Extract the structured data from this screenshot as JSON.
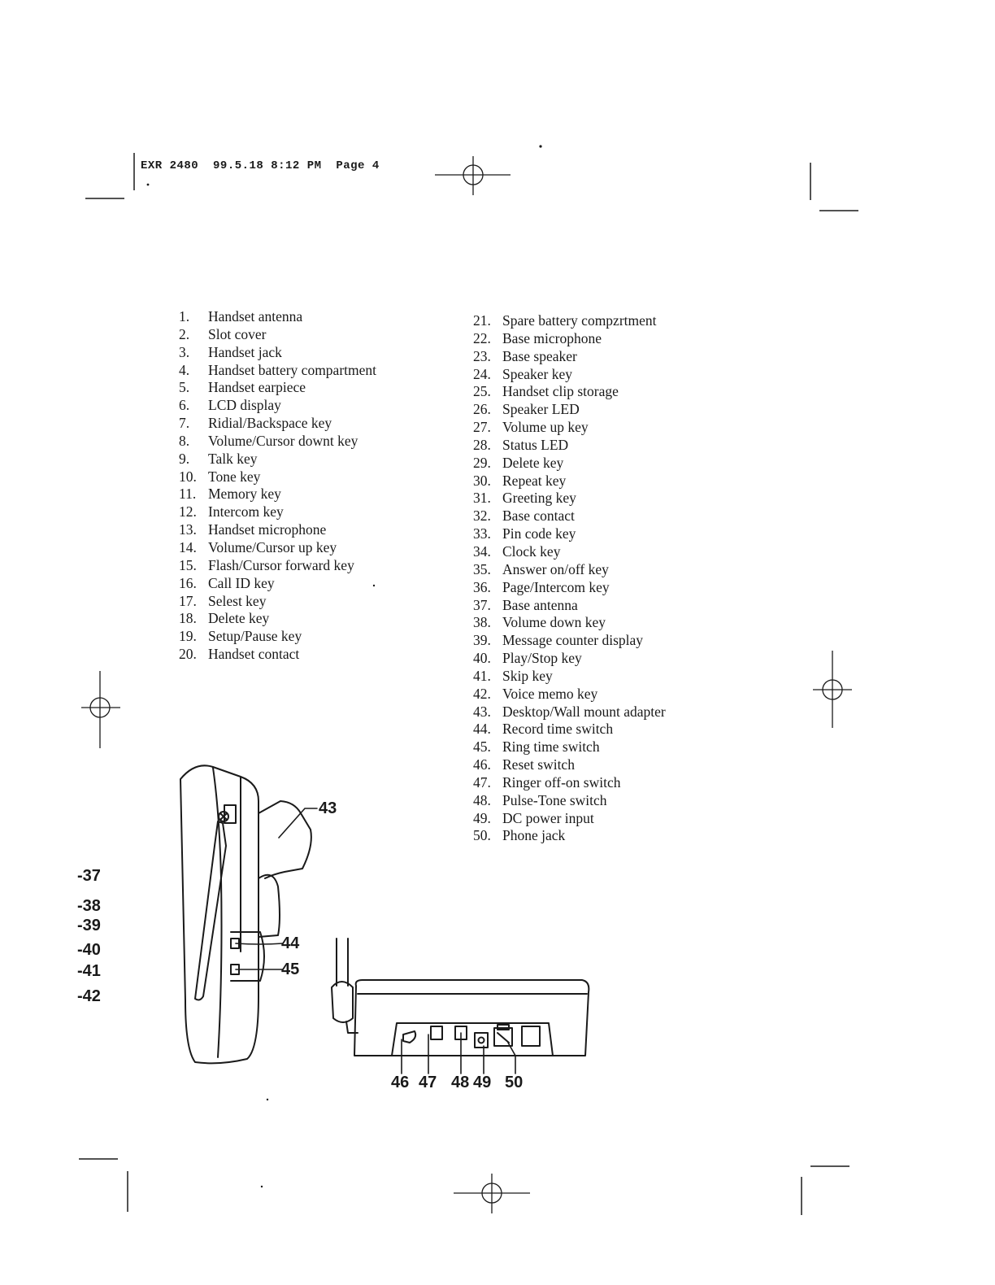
{
  "header": {
    "text": "EXR 2480  99.5.18 8:12 PM  Page 4"
  },
  "parts_left": [
    {
      "num": "1.",
      "label": "Handset antenna"
    },
    {
      "num": "2.",
      "label": "Slot cover"
    },
    {
      "num": "3.",
      "label": "Handset jack"
    },
    {
      "num": "4.",
      "label": "Handset battery compartment"
    },
    {
      "num": "5.",
      "label": "Handset earpiece"
    },
    {
      "num": "6.",
      "label": "LCD display"
    },
    {
      "num": "7.",
      "label": "Ridial/Backspace key"
    },
    {
      "num": "8.",
      "label": "Volume/Cursor downt key"
    },
    {
      "num": "9.",
      "label": "Talk key"
    },
    {
      "num": "10.",
      "label": "Tone key"
    },
    {
      "num": "11.",
      "label": "Memory key"
    },
    {
      "num": "12.",
      "label": "Intercom key"
    },
    {
      "num": "13.",
      "label": "Handset microphone"
    },
    {
      "num": "14.",
      "label": "Volume/Cursor up key"
    },
    {
      "num": "15.",
      "label": "Flash/Cursor forward key"
    },
    {
      "num": "16.",
      "label": "Call ID key"
    },
    {
      "num": "17.",
      "label": "Selest key"
    },
    {
      "num": "18.",
      "label": "Delete key"
    },
    {
      "num": "19.",
      "label": "Setup/Pause key"
    },
    {
      "num": "20.",
      "label": "Handset contact"
    }
  ],
  "parts_right": [
    {
      "num": "21.",
      "label": "Spare battery compzrtment"
    },
    {
      "num": "22.",
      "label": "Base microphone"
    },
    {
      "num": "23.",
      "label": "Base speaker"
    },
    {
      "num": "24.",
      "label": "Speaker key"
    },
    {
      "num": "25.",
      "label": "Handset clip storage"
    },
    {
      "num": "26.",
      "label": "Speaker LED"
    },
    {
      "num": "27.",
      "label": "Volume up key"
    },
    {
      "num": "28.",
      "label": "Status LED"
    },
    {
      "num": "29.",
      "label": "Delete key"
    },
    {
      "num": "30.",
      "label": "Repeat key"
    },
    {
      "num": "31.",
      "label": "Greeting key"
    },
    {
      "num": "32.",
      "label": "Base contact"
    },
    {
      "num": "33.",
      "label": "Pin code key"
    },
    {
      "num": "34.",
      "label": "Clock key"
    },
    {
      "num": "35.",
      "label": "Answer on/off key"
    },
    {
      "num": "36.",
      "label": "Page/Intercom key"
    },
    {
      "num": "37.",
      "label": "Base antenna"
    },
    {
      "num": "38.",
      "label": "Volume down key"
    },
    {
      "num": "39.",
      "label": "Message counter display"
    },
    {
      "num": "40.",
      "label": "Play/Stop key"
    },
    {
      "num": "41.",
      "label": "Skip key"
    },
    {
      "num": "42.",
      "label": "Voice memo key"
    },
    {
      "num": "43.",
      "label": "Desktop/Wall mount adapter"
    },
    {
      "num": "44.",
      "label": "Record time switch"
    },
    {
      "num": "45.",
      "label": "Ring time switch"
    },
    {
      "num": "46.",
      "label": "Reset switch"
    },
    {
      "num": "47.",
      "label": "Ringer off-on switch"
    },
    {
      "num": "48.",
      "label": "Pulse-Tone switch"
    },
    {
      "num": "49.",
      "label": "DC power input"
    },
    {
      "num": "50.",
      "label": "Phone jack"
    }
  ],
  "margin_callouts": [
    "-37",
    "-38",
    "-39",
    "-40",
    "-41",
    "-42"
  ],
  "side_callouts": {
    "c43": "43",
    "c44": "44",
    "c45": "45"
  },
  "bottom_callouts": {
    "c46": "46",
    "c47": "47",
    "c48": "48",
    "c49": "49",
    "c50": "50"
  },
  "colors": {
    "ink": "#1a1a1a",
    "paper": "#ffffff"
  }
}
